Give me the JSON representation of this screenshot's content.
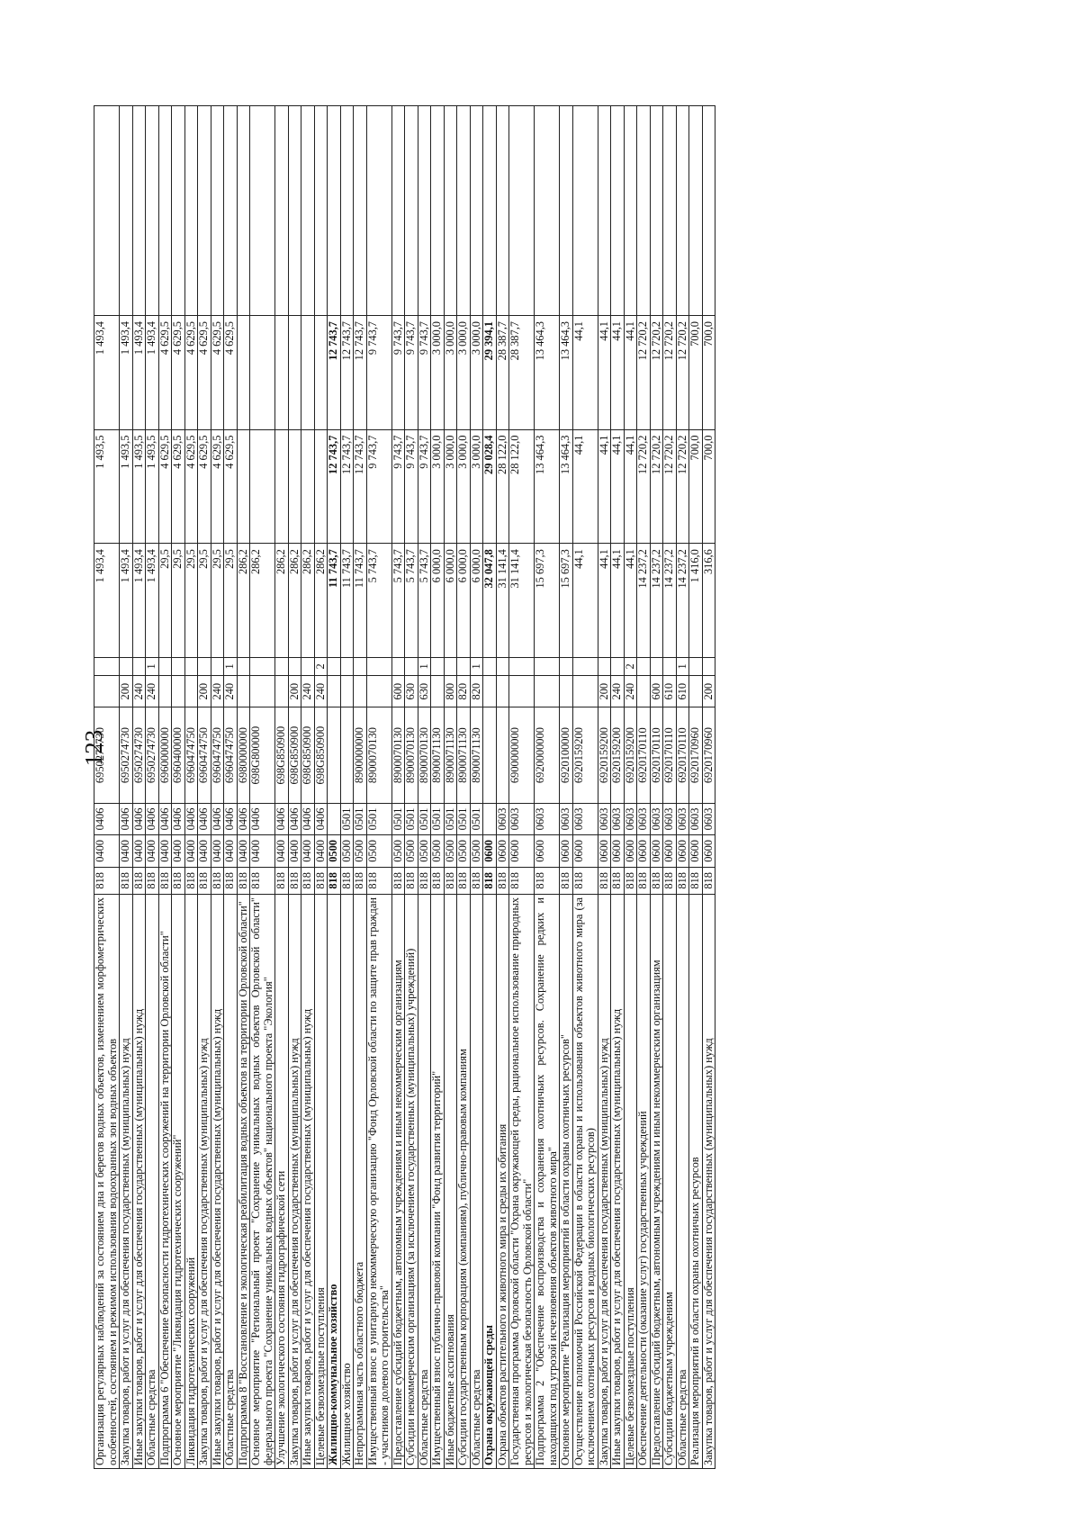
{
  "page": {
    "number": "123"
  },
  "table": {
    "rows": [
      {
        "name": "Организация регулярных наблюдений за состоянием дна и берегов водных объектов, изменением морфометрических особенностей, состоянием и режимом использования водоохранных зон водных объектов",
        "grbs": "818",
        "rz": "0400",
        "pr": "0406",
        "csr": "6950274730",
        "vr": "",
        "src": "",
        "v1": "1 493,4",
        "v2": "1 493,5",
        "v3": "1 493,4",
        "v4": "",
        "bold": false
      },
      {
        "name": "Закупка товаров, работ и услуг для обеспечения государственных (муниципальных) нужд",
        "grbs": "818",
        "rz": "0400",
        "pr": "0406",
        "csr": "6950274730",
        "vr": "200",
        "src": "",
        "v1": "1 493,4",
        "v2": "1 493,5",
        "v3": "1 493,4",
        "v4": "",
        "bold": false
      },
      {
        "name": "Иные закупки товаров, работ и услуг для обеспечения государственных (муниципальных) нужд",
        "grbs": "818",
        "rz": "0400",
        "pr": "0406",
        "csr": "6950274730",
        "vr": "240",
        "src": "",
        "v1": "1 493,4",
        "v2": "1 493,5",
        "v3": "1 493,4",
        "v4": "",
        "bold": false
      },
      {
        "name": "Областные средства",
        "grbs": "818",
        "rz": "0400",
        "pr": "0406",
        "csr": "6950274730",
        "vr": "240",
        "src": "1",
        "v1": "1 493,4",
        "v2": "1 493,5",
        "v3": "1 493,4",
        "v4": "",
        "bold": false
      },
      {
        "name": "Подпрограмма 6 \"Обеспечение безопасности гидротехнических сооружений на территории Орловской области\"",
        "grbs": "818",
        "rz": "0400",
        "pr": "0406",
        "csr": "6960000000",
        "vr": "",
        "src": "",
        "v1": "29,5",
        "v2": "4 629,5",
        "v3": "4 629,5",
        "v4": "",
        "bold": false
      },
      {
        "name": "Основное мероприятие \"Ликвидация гидротехнических сооружений\"",
        "grbs": "818",
        "rz": "0400",
        "pr": "0406",
        "csr": "6960400000",
        "vr": "",
        "src": "",
        "v1": "29,5",
        "v2": "4 629,5",
        "v3": "4 629,5",
        "v4": "",
        "bold": false
      },
      {
        "name": "Ликвидация гидротехнических сооружений",
        "grbs": "818",
        "rz": "0400",
        "pr": "0406",
        "csr": "6960474750",
        "vr": "",
        "src": "",
        "v1": "29,5",
        "v2": "4 629,5",
        "v3": "4 629,5",
        "v4": "",
        "bold": false
      },
      {
        "name": "Закупка товаров, работ и услуг для обеспечения государственных (муниципальных) нужд",
        "grbs": "818",
        "rz": "0400",
        "pr": "0406",
        "csr": "6960474750",
        "vr": "200",
        "src": "",
        "v1": "29,5",
        "v2": "4 629,5",
        "v3": "4 629,5",
        "v4": "",
        "bold": false
      },
      {
        "name": "Иные закупки товаров, работ и услуг для обеспечения государственных (муниципальных) нужд",
        "grbs": "818",
        "rz": "0400",
        "pr": "0406",
        "csr": "6960474750",
        "vr": "240",
        "src": "",
        "v1": "29,5",
        "v2": "4 629,5",
        "v3": "4 629,5",
        "v4": "",
        "bold": false
      },
      {
        "name": "Областные средства",
        "grbs": "818",
        "rz": "0400",
        "pr": "0406",
        "csr": "6960474750",
        "vr": "240",
        "src": "1",
        "v1": "29,5",
        "v2": "4 629,5",
        "v3": "4 629,5",
        "v4": "",
        "bold": false
      },
      {
        "name": "Подпрограмма 8 \"Восстановление и экологическая реабилитация водных объектов на территории Орловской области\"",
        "grbs": "818",
        "rz": "0400",
        "pr": "0406",
        "csr": "6980000000",
        "vr": "",
        "src": "",
        "v1": "286,2",
        "v2": "",
        "v3": "",
        "v4": "",
        "bold": false
      },
      {
        "name": "Основное мероприятие \"Региональный проект \"Сохранение уникальных водных объектов Орловской области\" федерального проекта \"Сохранение уникальных водных объектов\" национального проекта \"Экология\"",
        "grbs": "818",
        "rz": "0400",
        "pr": "0406",
        "csr": "698G800000",
        "vr": "",
        "src": "",
        "v1": "286,2",
        "v2": "",
        "v3": "",
        "v4": "",
        "bold": false
      },
      {
        "name": "Улучшение экологического состояния гидрографической сети",
        "grbs": "818",
        "rz": "0400",
        "pr": "0406",
        "csr": "698G850900",
        "vr": "",
        "src": "",
        "v1": "286,2",
        "v2": "",
        "v3": "",
        "v4": "",
        "bold": false
      },
      {
        "name": "Закупка товаров, работ и услуг для обеспечения государственных (муниципальных) нужд",
        "grbs": "818",
        "rz": "0400",
        "pr": "0406",
        "csr": "698G850900",
        "vr": "200",
        "src": "",
        "v1": "286,2",
        "v2": "",
        "v3": "",
        "v4": "",
        "bold": false
      },
      {
        "name": "Иные закупки товаров, работ и услуг для обеспечения государственных (муниципальных) нужд",
        "grbs": "818",
        "rz": "0400",
        "pr": "0406",
        "csr": "698G850900",
        "vr": "240",
        "src": "",
        "v1": "286,2",
        "v2": "",
        "v3": "",
        "v4": "",
        "bold": false
      },
      {
        "name": "Целевые безвозмездные поступления",
        "grbs": "818",
        "rz": "0400",
        "pr": "0406",
        "csr": "698G850900",
        "vr": "240",
        "src": "2",
        "v1": "286,2",
        "v2": "",
        "v3": "",
        "v4": "",
        "bold": false
      },
      {
        "name": "Жилищно-коммунальное хозяйство",
        "grbs": "818",
        "rz": "0500",
        "pr": "",
        "csr": "",
        "vr": "",
        "src": "",
        "v1": "11 743,7",
        "v2": "12 743,7",
        "v3": "12 743,7",
        "v4": "",
        "bold": true
      },
      {
        "name": "Жилищное хозяйство",
        "grbs": "818",
        "rz": "0500",
        "pr": "0501",
        "csr": "",
        "vr": "",
        "src": "",
        "v1": "11 743,7",
        "v2": "12 743,7",
        "v3": "12 743,7",
        "v4": "",
        "bold": false
      },
      {
        "name": "Непрограммная часть областного бюджета",
        "grbs": "818",
        "rz": "0500",
        "pr": "0501",
        "csr": "8900000000",
        "vr": "",
        "src": "",
        "v1": "11 743,7",
        "v2": "12 743,7",
        "v3": "12 743,7",
        "v4": "",
        "bold": false
      },
      {
        "name": "Имущественный взнос в унитарную некоммерческую организацию \"Фонд Орловской области по защите прав граждан - участников долевого строительства\"",
        "grbs": "818",
        "rz": "0500",
        "pr": "0501",
        "csr": "8900070130",
        "vr": "",
        "src": "",
        "v1": "5 743,7",
        "v2": "9 743,7",
        "v3": "9 743,7",
        "v4": "",
        "bold": false
      },
      {
        "name": "Предоставление субсидий бюджетным, автономным учреждениям и иным некоммерческим организациям",
        "grbs": "818",
        "rz": "0500",
        "pr": "0501",
        "csr": "8900070130",
        "vr": "600",
        "src": "",
        "v1": "5 743,7",
        "v2": "9 743,7",
        "v3": "9 743,7",
        "v4": "",
        "bold": false
      },
      {
        "name": "Субсидии некоммерческим организациям (за исключением государственных (муниципальных) учреждений)",
        "grbs": "818",
        "rz": "0500",
        "pr": "0501",
        "csr": "8900070130",
        "vr": "630",
        "src": "",
        "v1": "5 743,7",
        "v2": "9 743,7",
        "v3": "9 743,7",
        "v4": "",
        "bold": false
      },
      {
        "name": "Областные средства",
        "grbs": "818",
        "rz": "0500",
        "pr": "0501",
        "csr": "8900070130",
        "vr": "630",
        "src": "1",
        "v1": "5 743,7",
        "v2": "9 743,7",
        "v3": "9 743,7",
        "v4": "",
        "bold": false
      },
      {
        "name": "Имущественный взнос публично-правовой компании \"Фонд развития территорий\"",
        "grbs": "818",
        "rz": "0500",
        "pr": "0501",
        "csr": "8900071130",
        "vr": "",
        "src": "",
        "v1": "6 000,0",
        "v2": "3 000,0",
        "v3": "3 000,0",
        "v4": "",
        "bold": false
      },
      {
        "name": "Иные бюджетные ассигнования",
        "grbs": "818",
        "rz": "0500",
        "pr": "0501",
        "csr": "8900071130",
        "vr": "800",
        "src": "",
        "v1": "6 000,0",
        "v2": "3 000,0",
        "v3": "3 000,0",
        "v4": "",
        "bold": false
      },
      {
        "name": "Субсидии государственным корпорациям (компаниям), публично-правовым компаниям",
        "grbs": "818",
        "rz": "0500",
        "pr": "0501",
        "csr": "8900071130",
        "vr": "820",
        "src": "",
        "v1": "6 000,0",
        "v2": "3 000,0",
        "v3": "3 000,0",
        "v4": "",
        "bold": false
      },
      {
        "name": "Областные средства",
        "grbs": "818",
        "rz": "0500",
        "pr": "0501",
        "csr": "8900071130",
        "vr": "820",
        "src": "1",
        "v1": "6 000,0",
        "v2": "3 000,0",
        "v3": "3 000,0",
        "v4": "",
        "bold": false
      },
      {
        "name": "Охрана окружающей среды",
        "grbs": "818",
        "rz": "0600",
        "pr": "",
        "csr": "",
        "vr": "",
        "src": "",
        "v1": "32 047,8",
        "v2": "29 028,4",
        "v3": "29 394,1",
        "v4": "",
        "bold": true
      },
      {
        "name": "Охрана объектов растительного и животного мира и среды их обитания",
        "grbs": "818",
        "rz": "0600",
        "pr": "0603",
        "csr": "",
        "vr": "",
        "src": "",
        "v1": "31 141,4",
        "v2": "28 122,0",
        "v3": "28 387,7",
        "v4": "",
        "bold": false
      },
      {
        "name": "Государственная программа Орловской области \"Охрана окружающей среды, рациональное использование природных ресурсов и экологическая безопасность Орловской области\"",
        "grbs": "818",
        "rz": "0600",
        "pr": "0603",
        "csr": "6900000000",
        "vr": "",
        "src": "",
        "v1": "31 141,4",
        "v2": "28 122,0",
        "v3": "28 387,7",
        "v4": "",
        "bold": false
      },
      {
        "name": "Подпрограмма 2 \"Обеспечение воспроизводства и сохранения охотничьих ресурсов. Сохранение редких и находящихся под угрозой исчезновения объектов животного мира\"",
        "grbs": "818",
        "rz": "0600",
        "pr": "0603",
        "csr": "6920000000",
        "vr": "",
        "src": "",
        "v1": "15 697,3",
        "v2": "13 464,3",
        "v3": "13 464,3",
        "v4": "",
        "bold": false
      },
      {
        "name": "Основное мероприятие \"Реализация мероприятий в области охраны охотничьих ресурсов\"",
        "grbs": "818",
        "rz": "0600",
        "pr": "0603",
        "csr": "6920100000",
        "vr": "",
        "src": "",
        "v1": "15 697,3",
        "v2": "13 464,3",
        "v3": "13 464,3",
        "v4": "",
        "bold": false
      },
      {
        "name": "Осуществление полномочий Российской Федерации в области охраны и использования объектов животного мира (за исключением охотничьих ресурсов и водных биологических ресурсов)",
        "grbs": "818",
        "rz": "0600",
        "pr": "0603",
        "csr": "6920159200",
        "vr": "",
        "src": "",
        "v1": "44,1",
        "v2": "44,1",
        "v3": "44,1",
        "v4": "",
        "bold": false
      },
      {
        "name": "Закупка товаров, работ и услуг для обеспечения государственных (муниципальных) нужд",
        "grbs": "818",
        "rz": "0600",
        "pr": "0603",
        "csr": "6920159200",
        "vr": "200",
        "src": "",
        "v1": "44,1",
        "v2": "44,1",
        "v3": "44,1",
        "v4": "",
        "bold": false
      },
      {
        "name": "Иные закупки товаров, работ и услуг для обеспечения государственных (муниципальных) нужд",
        "grbs": "818",
        "rz": "0600",
        "pr": "0603",
        "csr": "6920159200",
        "vr": "240",
        "src": "",
        "v1": "44,1",
        "v2": "44,1",
        "v3": "44,1",
        "v4": "",
        "bold": false
      },
      {
        "name": "Целевые безвозмездные поступления",
        "grbs": "818",
        "rz": "0600",
        "pr": "0603",
        "csr": "6920159200",
        "vr": "240",
        "src": "2",
        "v1": "44,1",
        "v2": "44,1",
        "v3": "44,1",
        "v4": "",
        "bold": false
      },
      {
        "name": "Обеспечение деятельности (оказание услуг) государственных учреждений",
        "grbs": "818",
        "rz": "0600",
        "pr": "0603",
        "csr": "6920170110",
        "vr": "",
        "src": "",
        "v1": "14 237,2",
        "v2": "12 720,2",
        "v3": "12 720,2",
        "v4": "",
        "bold": false
      },
      {
        "name": "Предоставление субсидий бюджетным, автономным учреждениям и иным некоммерческим организациям",
        "grbs": "818",
        "rz": "0600",
        "pr": "0603",
        "csr": "6920170110",
        "vr": "600",
        "src": "",
        "v1": "14 237,2",
        "v2": "12 720,2",
        "v3": "12 720,2",
        "v4": "",
        "bold": false
      },
      {
        "name": "Субсидии бюджетным учреждениям",
        "grbs": "818",
        "rz": "0600",
        "pr": "0603",
        "csr": "6920170110",
        "vr": "610",
        "src": "",
        "v1": "14 237,2",
        "v2": "12 720,2",
        "v3": "12 720,2",
        "v4": "",
        "bold": false
      },
      {
        "name": "Областные средства",
        "grbs": "818",
        "rz": "0600",
        "pr": "0603",
        "csr": "6920170110",
        "vr": "610",
        "src": "1",
        "v1": "14 237,2",
        "v2": "12 720,2",
        "v3": "12 720,2",
        "v4": "",
        "bold": false
      },
      {
        "name": "Реализация мероприятий в области охраны охотничьих ресурсов",
        "grbs": "818",
        "rz": "0600",
        "pr": "0603",
        "csr": "6920170960",
        "vr": "",
        "src": "",
        "v1": "1 416,0",
        "v2": "700,0",
        "v3": "700,0",
        "v4": "",
        "bold": false
      },
      {
        "name": "Закупка товаров, работ и услуг для обеспечения государственных (муниципальных) нужд",
        "grbs": "818",
        "rz": "0600",
        "pr": "0603",
        "csr": "6920170960",
        "vr": "200",
        "src": "",
        "v1": "316,6",
        "v2": "700,0",
        "v3": "700,0",
        "v4": "",
        "bold": false
      }
    ]
  }
}
